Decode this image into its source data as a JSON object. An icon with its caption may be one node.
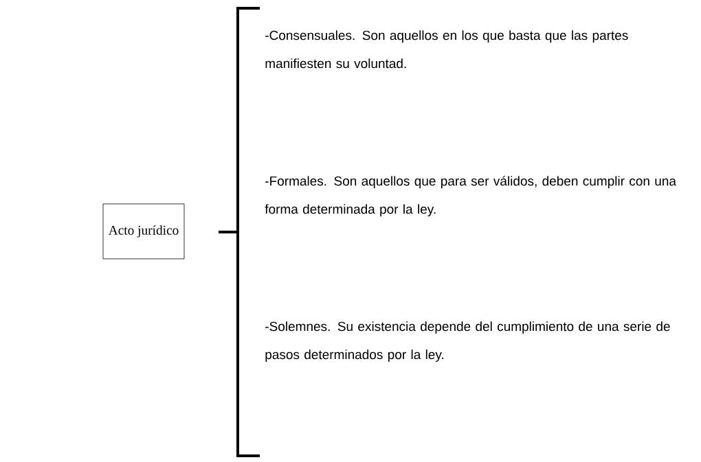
{
  "diagram": {
    "nodes": [
      {
        "text": [
          "Acto jurídico"
        ]
      }
    ],
    "labels": [
      "-Consensuales. Son aquellos en los que basta que las partes manifiesten su voluntad.",
      "-Formales. Son aquellos que para ser válidos, deben cumplir con una forma determinada por la ley.",
      "-Solemnes. Su existencia depende del cumplimiento de una serie de pasos determinados por la ley."
    ]
  }
}
